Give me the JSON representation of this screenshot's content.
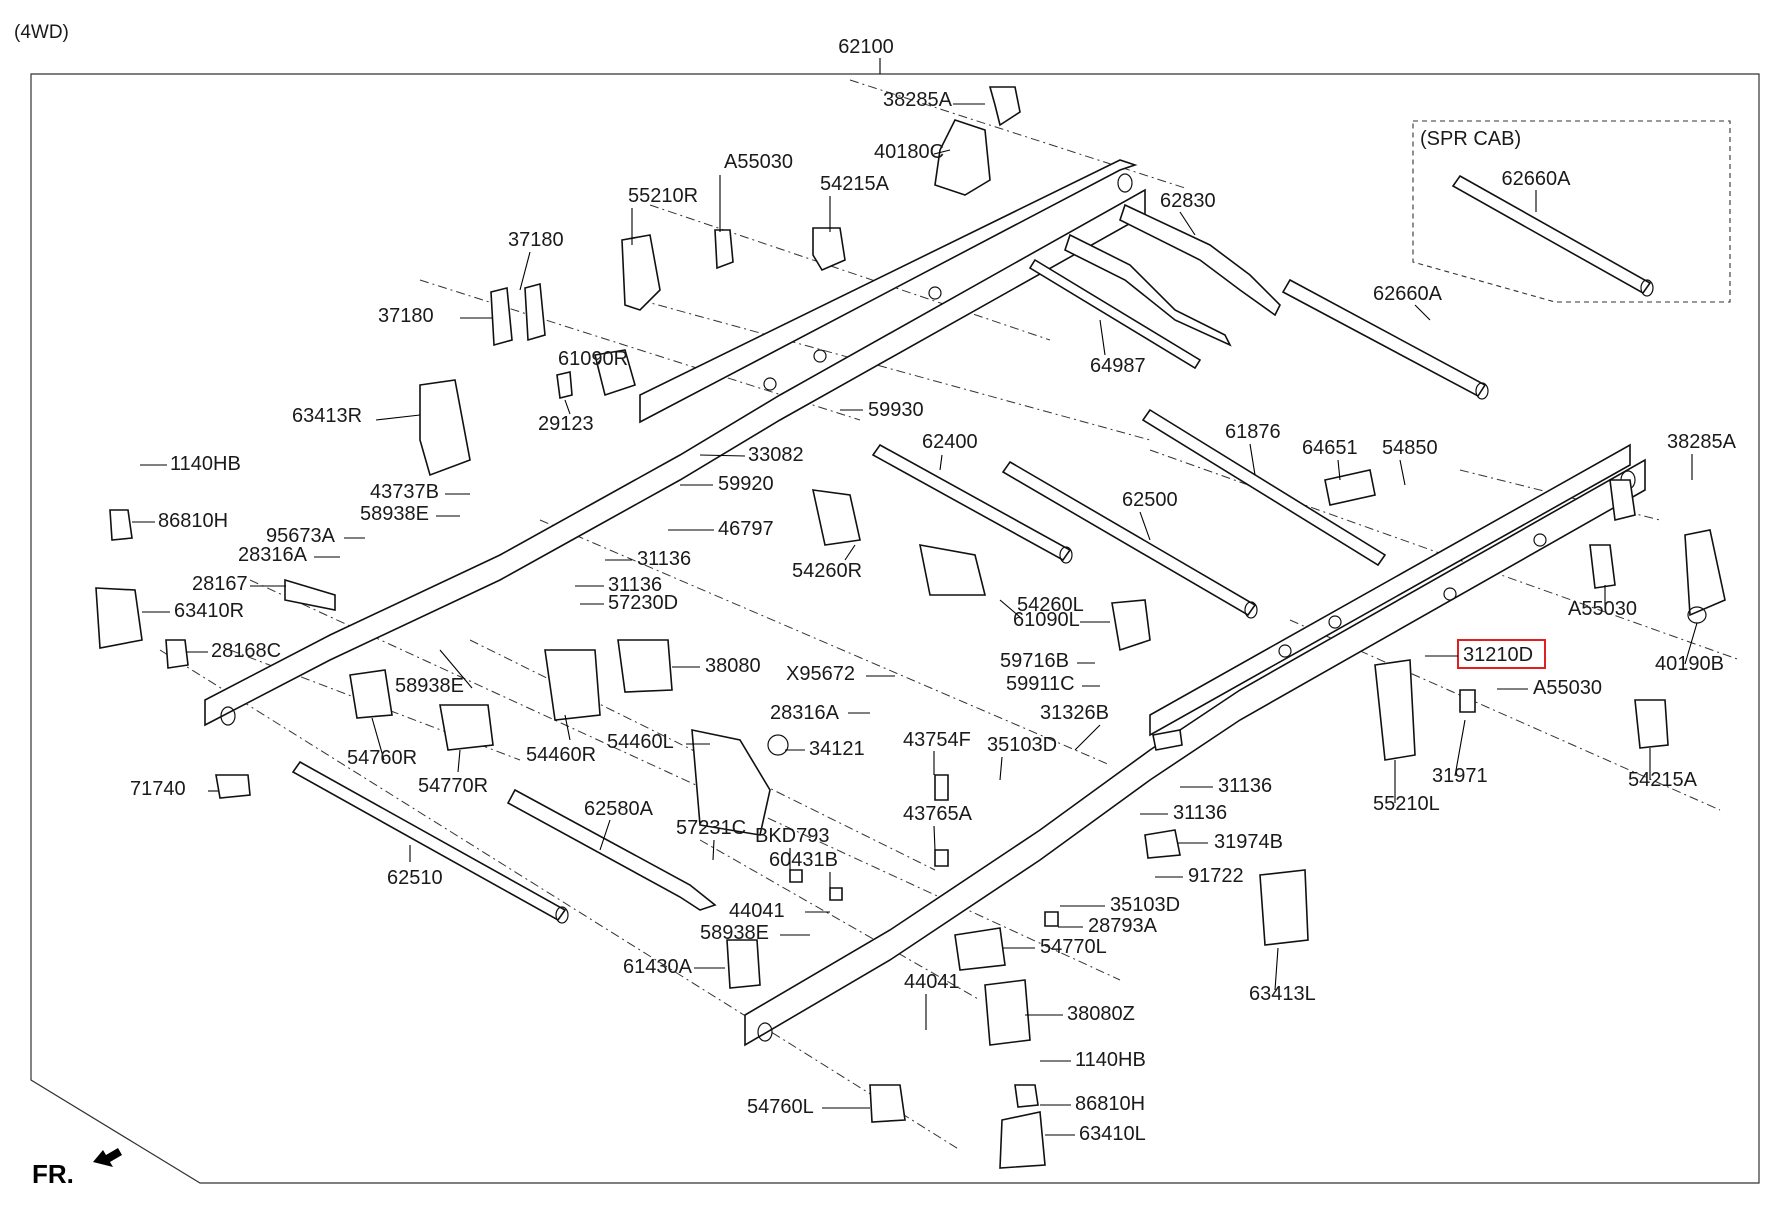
{
  "header": {
    "variant": "(4WD)",
    "main_part": "62100"
  },
  "inset": {
    "title": "(SPR CAB)",
    "part": "62660A"
  },
  "orientation": {
    "front_label": "FR."
  },
  "highlight": {
    "part": "31210D",
    "color": "#e0201f"
  },
  "parts": [
    "38285A",
    "40180C",
    "A55030",
    "54215A",
    "55210R",
    "37180",
    "37180",
    "61090R",
    "29123",
    "63413R",
    "62830",
    "64987",
    "62660A",
    "59930",
    "33082",
    "59920",
    "62400",
    "61876",
    "64651",
    "54850",
    "38285A",
    "1140HB",
    "86810H",
    "43737B",
    "58938E",
    "46797",
    "95673A",
    "28316A",
    "31136",
    "62500",
    "54260R",
    "31136",
    "28167",
    "57230D",
    "63410R",
    "28168C",
    "61090L",
    "54260L",
    "A55030",
    "40190B",
    "38080",
    "X95672",
    "59716B",
    "31210D",
    "59911C",
    "A55030",
    "58938E",
    "28316A",
    "31326B",
    "54460L",
    "34121",
    "54760R",
    "54460R",
    "54770R",
    "43754F",
    "35103D",
    "71740",
    "54215A",
    "62580A",
    "31136",
    "31971",
    "55210L",
    "43765A",
    "31136",
    "57231C",
    "BKD793",
    "31974B",
    "62510",
    "60431B",
    "91722",
    "44041",
    "35103D",
    "28793A",
    "58938E",
    "54770L",
    "61430A",
    "63413L",
    "44041",
    "38080Z",
    "1140HB",
    "86810H",
    "54760L",
    "63410L"
  ]
}
